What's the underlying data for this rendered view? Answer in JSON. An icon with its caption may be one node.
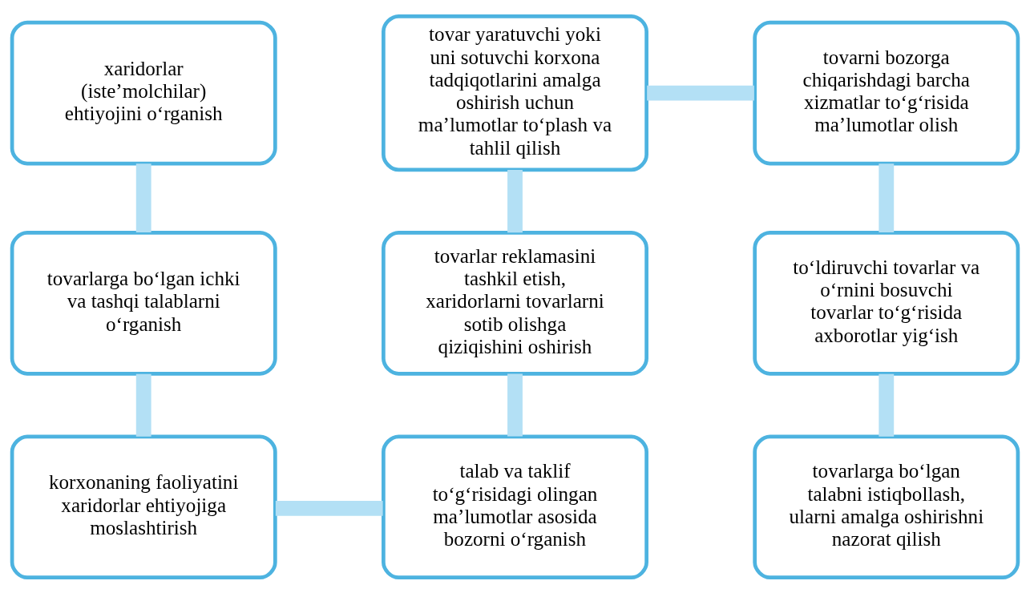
{
  "diagram": {
    "nodes": [
      {
        "text": [
          "xaridorlar (iste’molchilar) ehtiyojini o‘rganish"
        ]
      },
      {
        "text": [
          "tovar yaratuvchi yoki uni sotuvchi korxona tadqiqotlarini amalga oshirish uchun ma’lumotlar to‘plash va tahlil qilish"
        ]
      },
      {
        "text": [
          "tovarni bozorga chiqarishdagi barcha xizmatlar to‘g‘risida ma’lumotlar olish"
        ]
      },
      {
        "text": [
          "tovarlarga bo‘lgan ichki va tashqi talablarni o‘rganish"
        ]
      },
      {
        "text": [
          "tovarlar reklamasini tashkil etish, xaridorlarni tovarlarni sotib olishga qiziqishini oshirish"
        ]
      },
      {
        "text": [
          "to‘ldiruvchi tovarlar va o‘rnini bosuvchi tovarlar to‘g‘risida axborotlar yig‘ish"
        ]
      },
      {
        "text": [
          "korxonaning faoliyatini xaridorlar ehtiyojiga moslashtirish"
        ]
      },
      {
        "text": [
          "talab va taklif to‘g‘risidagi olingan ma’lumotlar asosida bozorni o‘rganish"
        ]
      },
      {
        "text": [
          "tovarlarga bo‘lgan talabni istiqbollash, ularni amalga oshirishni nazorat qilish"
        ]
      }
    ],
    "edges": [
      {
        "from": 0,
        "to": 3,
        "arrow": "none"
      },
      {
        "from": 3,
        "to": 6,
        "arrow": "none"
      },
      {
        "from": 6,
        "to": 7,
        "arrow": "none"
      },
      {
        "from": 7,
        "to": 4,
        "arrow": "none"
      },
      {
        "from": 4,
        "to": 1,
        "arrow": "none"
      },
      {
        "from": 1,
        "to": 2,
        "arrow": "none"
      },
      {
        "from": 2,
        "to": 5,
        "arrow": "none"
      },
      {
        "from": 5,
        "to": 8,
        "arrow": "none"
      }
    ]
  }
}
